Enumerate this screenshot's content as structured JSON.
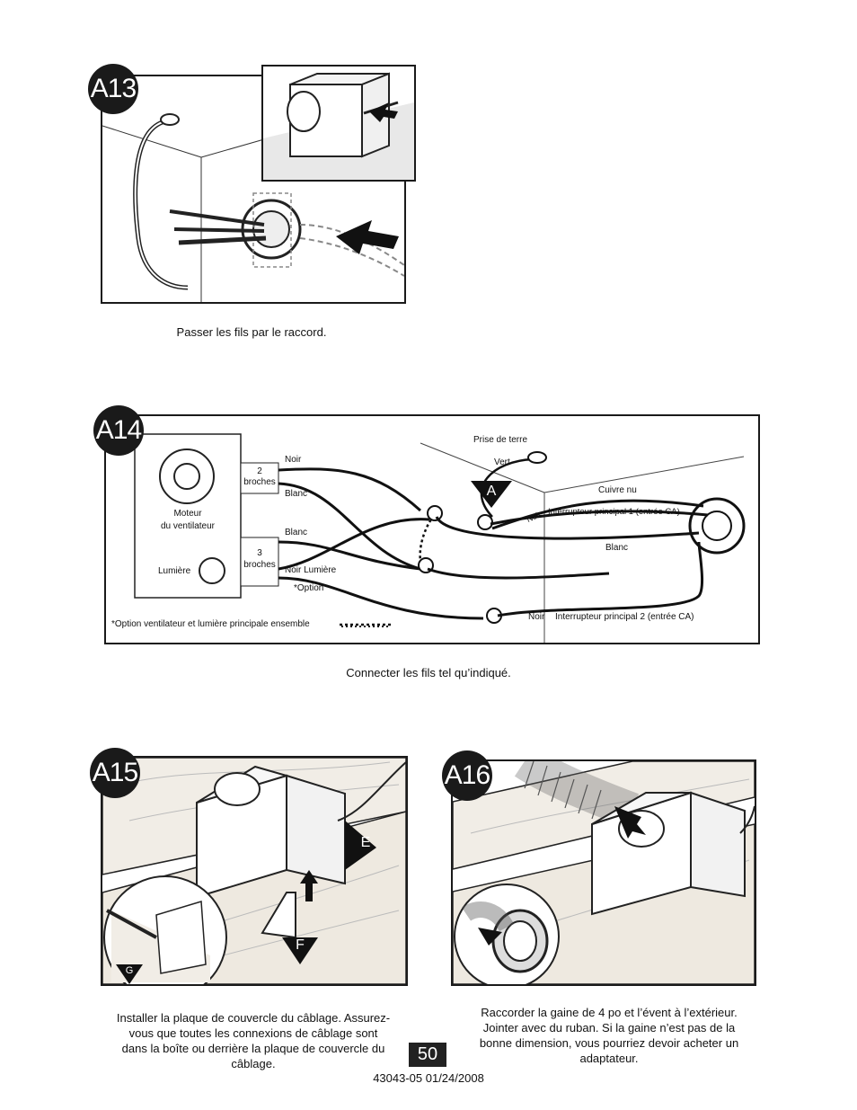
{
  "steps": {
    "a13": {
      "badge": "A13",
      "caption": "Passer les fils par le raccord."
    },
    "a14": {
      "badge": "A14",
      "caption": "Connecter les fils tel qu’indiqué.",
      "labels": {
        "motor": "Moteur du ventilateur",
        "motor_l1": "Moteur",
        "motor_l2": "du ventilateur",
        "light": "Lumière",
        "plug2_l1": "2",
        "plug2_l2": "broches",
        "plug3_l1": "3",
        "plug3_l2": "broches",
        "noir_top": "Noir",
        "blanc_1": "Blanc",
        "blanc_2": "Blanc",
        "noir_lumiere": "Noir   Lumière",
        "option": "*Option",
        "option_note": "*Option ventilateur et lumière principale ensemble",
        "ground": "Prise de terre",
        "vert": "Vert",
        "marker_a": "A",
        "cuivre": "Cuivre nu",
        "noir_diag": "Noir",
        "switch1": "Interrupteur principal 1 (entrée CA)",
        "blanc_right": "Blanc",
        "noir_bottom": "Noir",
        "switch2": "Interrupteur principal 2 (entrée CA)"
      }
    },
    "a15": {
      "badge": "A15",
      "caption": "Installer la plaque de couvercle du câblage. Assurez-vous que toutes les connexions de câblage sont dans la boîte ou derrière la plaque de couvercle du câblage.",
      "caption_lines": [
        "Installer la plaque de couvercle du câblage. Assurez-",
        "vous que toutes les connexions de câblage sont",
        "dans la boîte ou derrière la plaque de couvercle du",
        "câblage."
      ],
      "markers": {
        "e": "E",
        "f": "F",
        "g": "G"
      }
    },
    "a16": {
      "badge": "A16",
      "caption_lines": [
        "Raccorder la gaine de 4 po et l’évent à l’extérieur.",
        "Jointer avec du ruban. Si la gaine n’est pas de la",
        "bonne dimension, vous pourriez devoir acheter un",
        "adaptateur."
      ]
    }
  },
  "footer": {
    "page_number": "50",
    "doc_code": "43043-05  01/24/2008"
  }
}
